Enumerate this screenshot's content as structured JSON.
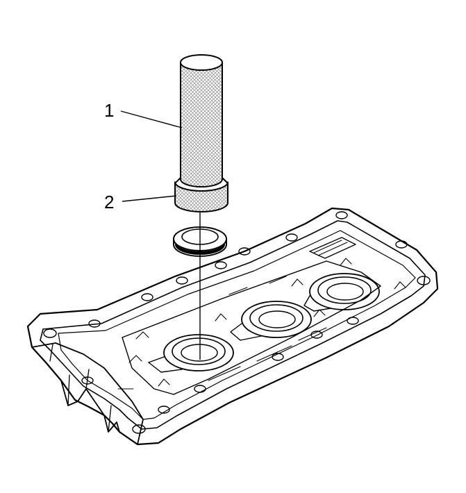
{
  "callouts": [
    {
      "id": "1",
      "label": "1"
    },
    {
      "id": "2",
      "label": "2"
    }
  ],
  "colors": {
    "ink": "#000000",
    "background": "#ffffff",
    "hatch": "#9a9a9a"
  }
}
